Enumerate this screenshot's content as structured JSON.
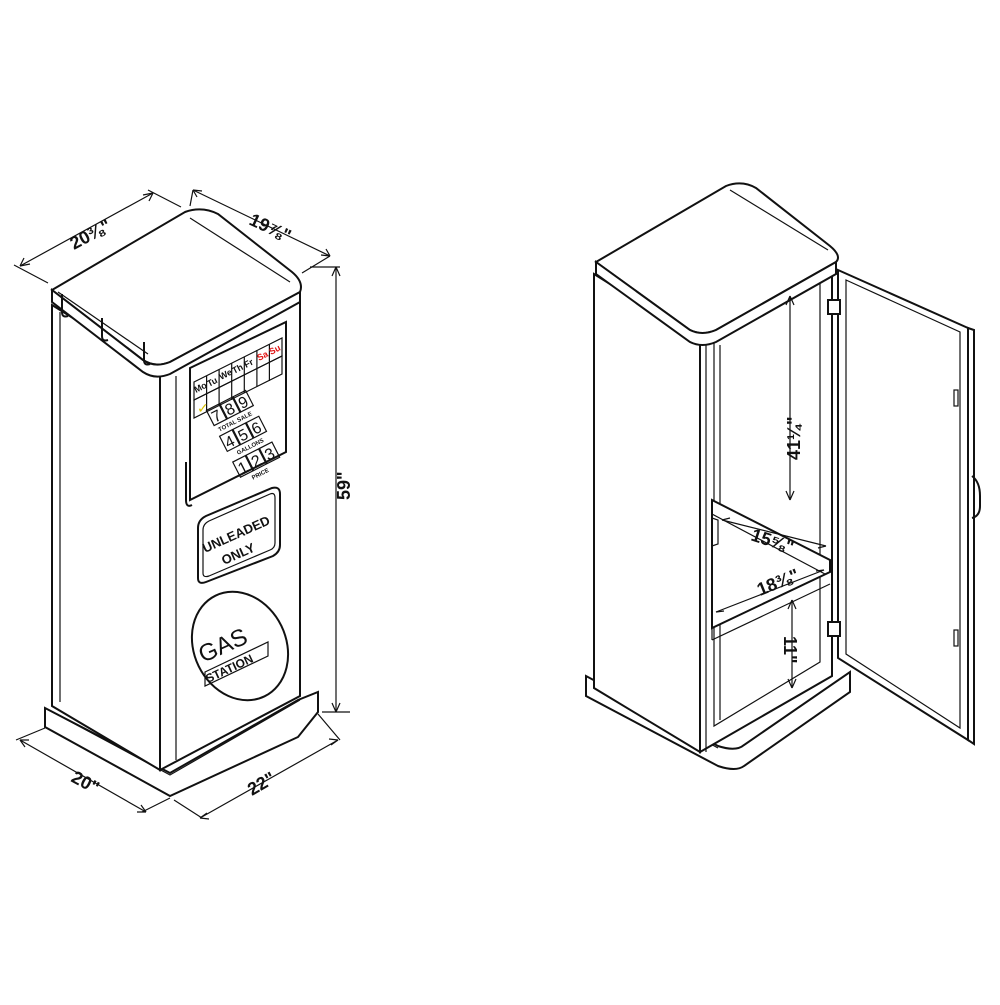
{
  "colors": {
    "line": "#111111",
    "background": "#ffffff",
    "accent_red": "#e01010",
    "check_yellow": "#d8c000"
  },
  "left_view": {
    "dimensions": {
      "depth_top": "20⅜\"",
      "width_top": "19⅞\"",
      "height": "59\"",
      "base_depth": "20\"",
      "base_width": "22\""
    },
    "calendar": {
      "days": [
        "Mo",
        "Tu",
        "We",
        "Th",
        "Fr",
        "Sa",
        "Su"
      ],
      "checked_day_index": 0,
      "check_mark": "✓"
    },
    "keypad": {
      "row1": [
        "7",
        "8",
        "9"
      ],
      "row2": [
        "4",
        "5",
        "6"
      ],
      "row3": [
        "1",
        "2",
        "3"
      ],
      "label1": "TOTAL SALE",
      "label2": "GALLONS",
      "label3": "PRICE"
    },
    "sign": {
      "line1": "UNLEADED",
      "line2": "ONLY"
    },
    "logo": {
      "top": "GAS",
      "bottom": "STATION"
    }
  },
  "right_view": {
    "dimensions": {
      "interior_height": "41¼\"",
      "shelf_depth": "15⅝\"",
      "shelf_width": "18⅜\"",
      "bottom_height": "11\""
    }
  }
}
